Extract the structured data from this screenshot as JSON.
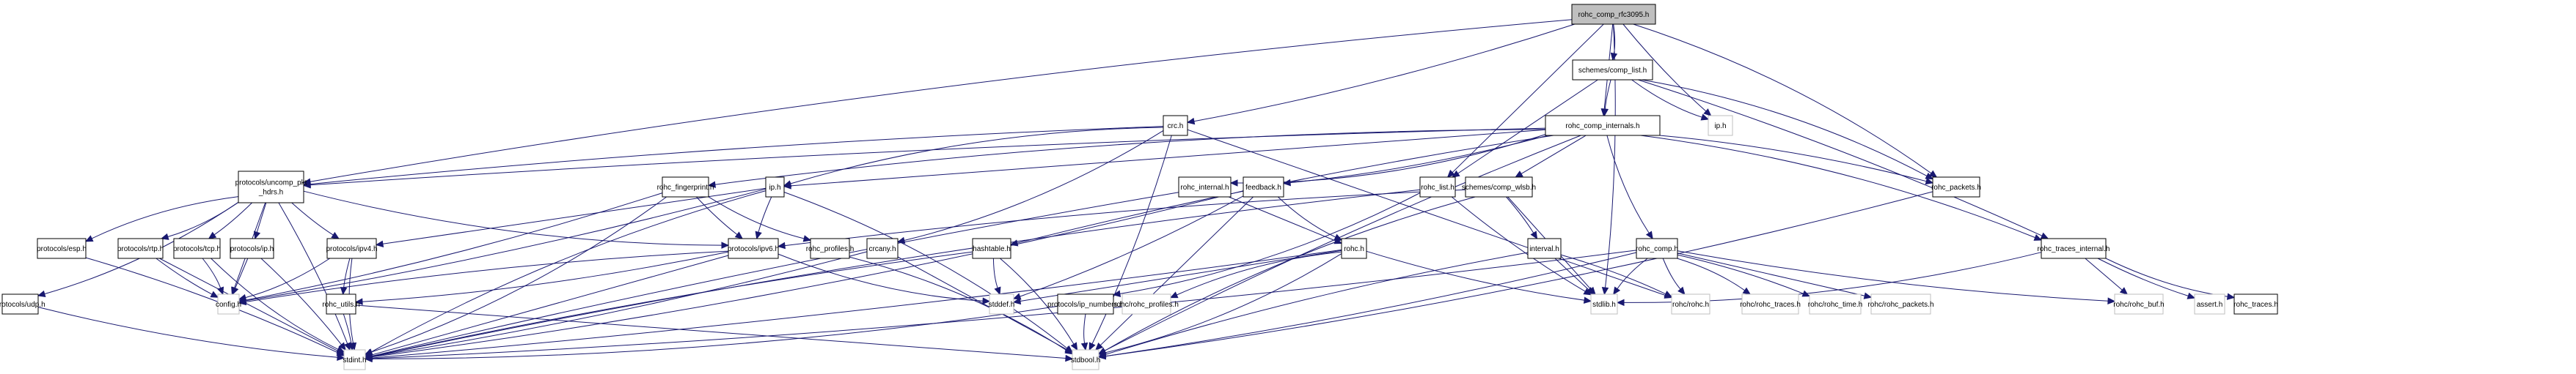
{
  "title": "rohc_comp_rfc3095.h include dependency graph",
  "colors": {
    "edge": "#191970",
    "root_fill": "#bfbfbf",
    "system_border": "#bfbfbf",
    "local_border": "#000000"
  },
  "nodes": [
    {
      "id": "rohc_comp_rfc3095",
      "label": [
        "rohc_comp_rfc3095.h"
      ],
      "kind": "root"
    },
    {
      "id": "comp_list",
      "label": [
        "schemes/comp_list.h"
      ],
      "kind": "local"
    },
    {
      "id": "crc",
      "label": [
        "crc.h"
      ],
      "kind": "local"
    },
    {
      "id": "rohc_comp_internals",
      "label": [
        "rohc_comp_internals.h"
      ],
      "kind": "local"
    },
    {
      "id": "ip_sys",
      "label": [
        "ip.h"
      ],
      "kind": "system"
    },
    {
      "id": "uncomp_pkt_hdrs",
      "label": [
        "protocols/uncomp_pkt",
        "_hdrs.h"
      ],
      "kind": "local"
    },
    {
      "id": "rohc_fingerprint",
      "label": [
        "rohc_fingerprint.h"
      ],
      "kind": "local"
    },
    {
      "id": "ip",
      "label": [
        "ip.h"
      ],
      "kind": "local"
    },
    {
      "id": "rohc_internal",
      "label": [
        "rohc_internal.h"
      ],
      "kind": "local"
    },
    {
      "id": "feedback",
      "label": [
        "feedback.h"
      ],
      "kind": "local"
    },
    {
      "id": "rohc_list",
      "label": [
        "rohc_list.h"
      ],
      "kind": "local"
    },
    {
      "id": "comp_wlsb",
      "label": [
        "schemes/comp_wlsb.h"
      ],
      "kind": "local"
    },
    {
      "id": "rohc_packets",
      "label": [
        "rohc_packets.h"
      ],
      "kind": "local"
    },
    {
      "id": "esp",
      "label": [
        "protocols/esp.h"
      ],
      "kind": "local"
    },
    {
      "id": "rtp",
      "label": [
        "protocols/rtp.h"
      ],
      "kind": "local"
    },
    {
      "id": "tcp",
      "label": [
        "protocols/tcp.h"
      ],
      "kind": "local"
    },
    {
      "id": "pip",
      "label": [
        "protocols/ip.h"
      ],
      "kind": "local"
    },
    {
      "id": "ipv4",
      "label": [
        "protocols/ipv4.h"
      ],
      "kind": "local"
    },
    {
      "id": "ipv6",
      "label": [
        "protocols/ipv6.h"
      ],
      "kind": "local"
    },
    {
      "id": "rohc_profiles",
      "label": [
        "rohc_profiles.h"
      ],
      "kind": "local"
    },
    {
      "id": "crcany",
      "label": [
        "crcany.h"
      ],
      "kind": "local"
    },
    {
      "id": "hashtable",
      "label": [
        "hashtable.h"
      ],
      "kind": "local"
    },
    {
      "id": "rohc",
      "label": [
        "rohc.h"
      ],
      "kind": "local"
    },
    {
      "id": "interval",
      "label": [
        "interval.h"
      ],
      "kind": "local"
    },
    {
      "id": "rohc_comp",
      "label": [
        "rohc_comp.h"
      ],
      "kind": "local"
    },
    {
      "id": "rohc_traces_internal",
      "label": [
        "rohc_traces_internal.h"
      ],
      "kind": "local"
    },
    {
      "id": "udp",
      "label": [
        "protocols/udp.h"
      ],
      "kind": "local"
    },
    {
      "id": "config",
      "label": [
        "config.h"
      ],
      "kind": "system"
    },
    {
      "id": "rohc_utils",
      "label": [
        "rohc_utils.h"
      ],
      "kind": "local"
    },
    {
      "id": "stddef",
      "label": [
        "stddef.h"
      ],
      "kind": "system"
    },
    {
      "id": "ip_numbers",
      "label": [
        "protocols/ip_numbers.h"
      ],
      "kind": "local"
    },
    {
      "id": "rohc_rohc_profiles",
      "label": [
        "rohc/rohc_profiles.h"
      ],
      "kind": "system"
    },
    {
      "id": "stdlib",
      "label": [
        "stdlib.h"
      ],
      "kind": "system"
    },
    {
      "id": "rohc_rohc",
      "label": [
        "rohc/rohc.h"
      ],
      "kind": "system"
    },
    {
      "id": "rohc_rohc_traces",
      "label": [
        "rohc/rohc_traces.h"
      ],
      "kind": "system"
    },
    {
      "id": "rohc_rohc_time",
      "label": [
        "rohc/rohc_time.h"
      ],
      "kind": "system"
    },
    {
      "id": "rohc_rohc_packets",
      "label": [
        "rohc/rohc_packets.h"
      ],
      "kind": "system"
    },
    {
      "id": "rohc_rohc_buf",
      "label": [
        "rohc/rohc_buf.h"
      ],
      "kind": "system"
    },
    {
      "id": "assert",
      "label": [
        "assert.h"
      ],
      "kind": "system"
    },
    {
      "id": "rohc_traces",
      "label": [
        "rohc_traces.h"
      ],
      "kind": "local"
    },
    {
      "id": "stdint",
      "label": [
        "stdint.h"
      ],
      "kind": "system"
    },
    {
      "id": "stdbool",
      "label": [
        "stdbool.h"
      ],
      "kind": "system"
    }
  ],
  "edges": [
    [
      "rohc_comp_rfc3095",
      "comp_list"
    ],
    [
      "rohc_comp_rfc3095",
      "crc"
    ],
    [
      "rohc_comp_rfc3095",
      "rohc_comp_internals"
    ],
    [
      "rohc_comp_rfc3095",
      "ip_sys"
    ],
    [
      "rohc_comp_rfc3095",
      "uncomp_pkt_hdrs"
    ],
    [
      "rohc_comp_rfc3095",
      "rohc_packets"
    ],
    [
      "rohc_comp_rfc3095",
      "stdlib"
    ],
    [
      "rohc_comp_rfc3095",
      "rohc_list"
    ],
    [
      "comp_list",
      "rohc_comp_internals"
    ],
    [
      "comp_list",
      "ip_sys"
    ],
    [
      "comp_list",
      "rohc_packets"
    ],
    [
      "comp_list",
      "rohc_traces_internal"
    ],
    [
      "comp_list",
      "rohc_list"
    ],
    [
      "crc",
      "uncomp_pkt_hdrs"
    ],
    [
      "crc",
      "ip"
    ],
    [
      "crc",
      "crcany"
    ],
    [
      "crc",
      "stdbool"
    ],
    [
      "crc",
      "rohc_rohc"
    ],
    [
      "rohc_comp_internals",
      "uncomp_pkt_hdrs"
    ],
    [
      "rohc_comp_internals",
      "rohc_fingerprint"
    ],
    [
      "rohc_comp_internals",
      "rohc_internal"
    ],
    [
      "rohc_comp_internals",
      "feedback"
    ],
    [
      "rohc_comp_internals",
      "comp_wlsb"
    ],
    [
      "rohc_comp_internals",
      "hashtable"
    ],
    [
      "rohc_comp_internals",
      "rohc_comp"
    ],
    [
      "rohc_comp_internals",
      "rohc_traces_internal"
    ],
    [
      "rohc_comp_internals",
      "rohc_packets"
    ],
    [
      "rohc_comp_internals",
      "ip"
    ],
    [
      "rohc_comp_internals",
      "stdbool"
    ],
    [
      "uncomp_pkt_hdrs",
      "esp"
    ],
    [
      "uncomp_pkt_hdrs",
      "rtp"
    ],
    [
      "uncomp_pkt_hdrs",
      "tcp"
    ],
    [
      "uncomp_pkt_hdrs",
      "pip"
    ],
    [
      "uncomp_pkt_hdrs",
      "ipv4"
    ],
    [
      "uncomp_pkt_hdrs",
      "ipv6"
    ],
    [
      "uncomp_pkt_hdrs",
      "udp"
    ],
    [
      "uncomp_pkt_hdrs",
      "stdint"
    ],
    [
      "uncomp_pkt_hdrs",
      "config"
    ],
    [
      "rohc_fingerprint",
      "ipv6"
    ],
    [
      "rohc_fingerprint",
      "rohc_profiles"
    ],
    [
      "rohc_fingerprint",
      "stdint"
    ],
    [
      "rohc_fingerprint",
      "config"
    ],
    [
      "ip",
      "ipv4"
    ],
    [
      "ip",
      "ipv6"
    ],
    [
      "ip",
      "stdint"
    ],
    [
      "ip",
      "stdbool"
    ],
    [
      "ip",
      "config"
    ],
    [
      "rohc_internal",
      "rohc"
    ],
    [
      "rohc_internal",
      "stdint"
    ],
    [
      "feedback",
      "rohc"
    ],
    [
      "feedback",
      "stdint"
    ],
    [
      "feedback",
      "stddef"
    ],
    [
      "feedback",
      "stdbool"
    ],
    [
      "rohc_list",
      "stdlib"
    ],
    [
      "rohc_list",
      "stdint"
    ],
    [
      "rohc_list",
      "ip_numbers"
    ],
    [
      "comp_wlsb",
      "interval"
    ],
    [
      "comp_wlsb",
      "stdlib"
    ],
    [
      "comp_wlsb",
      "ipv6"
    ],
    [
      "comp_wlsb",
      "stdbool"
    ],
    [
      "rohc_packets",
      "stdbool"
    ],
    [
      "esp",
      "stdint"
    ],
    [
      "rtp",
      "stdint"
    ],
    [
      "rtp",
      "config"
    ],
    [
      "tcp",
      "stdint"
    ],
    [
      "tcp",
      "config"
    ],
    [
      "pip",
      "stdint"
    ],
    [
      "pip",
      "config"
    ],
    [
      "ipv4",
      "rohc_utils"
    ],
    [
      "ipv4",
      "stdint"
    ],
    [
      "ipv4",
      "config"
    ],
    [
      "ipv6",
      "rohc_utils"
    ],
    [
      "ipv6",
      "stdint"
    ],
    [
      "ipv6",
      "config"
    ],
    [
      "ipv6",
      "stddef"
    ],
    [
      "rohc_profiles",
      "stdbool"
    ],
    [
      "crcany",
      "stdint"
    ],
    [
      "crcany",
      "stdbool"
    ],
    [
      "hashtable",
      "stdint"
    ],
    [
      "hashtable",
      "stddef"
    ],
    [
      "hashtable",
      "stdbool"
    ],
    [
      "rohc",
      "stdint"
    ],
    [
      "rohc",
      "stddef"
    ],
    [
      "rohc",
      "stdlib"
    ],
    [
      "rohc",
      "rohc_rohc_profiles"
    ],
    [
      "rohc",
      "stdbool"
    ],
    [
      "interval",
      "rohc_rohc"
    ],
    [
      "interval",
      "stdlib"
    ],
    [
      "interval",
      "stdbool"
    ],
    [
      "rohc_comp",
      "rohc_rohc"
    ],
    [
      "rohc_comp",
      "rohc_rohc_traces"
    ],
    [
      "rohc_comp",
      "rohc_rohc_time"
    ],
    [
      "rohc_comp",
      "rohc_rohc_packets"
    ],
    [
      "rohc_comp",
      "rohc_rohc_buf"
    ],
    [
      "rohc_comp",
      "stdlib"
    ],
    [
      "rohc_comp",
      "stdint"
    ],
    [
      "rohc_comp",
      "stdbool"
    ],
    [
      "rohc_traces_internal",
      "rohc_rohc_buf"
    ],
    [
      "rohc_traces_internal",
      "assert"
    ],
    [
      "rohc_traces_internal",
      "rohc_traces"
    ],
    [
      "rohc_traces_internal",
      "stdlib"
    ],
    [
      "rohc_utils",
      "stdint"
    ],
    [
      "rohc_utils",
      "stdbool"
    ],
    [
      "udp",
      "stdint"
    ],
    [
      "ip_numbers",
      "stdbool"
    ],
    [
      "ip_numbers",
      "stdint"
    ]
  ]
}
